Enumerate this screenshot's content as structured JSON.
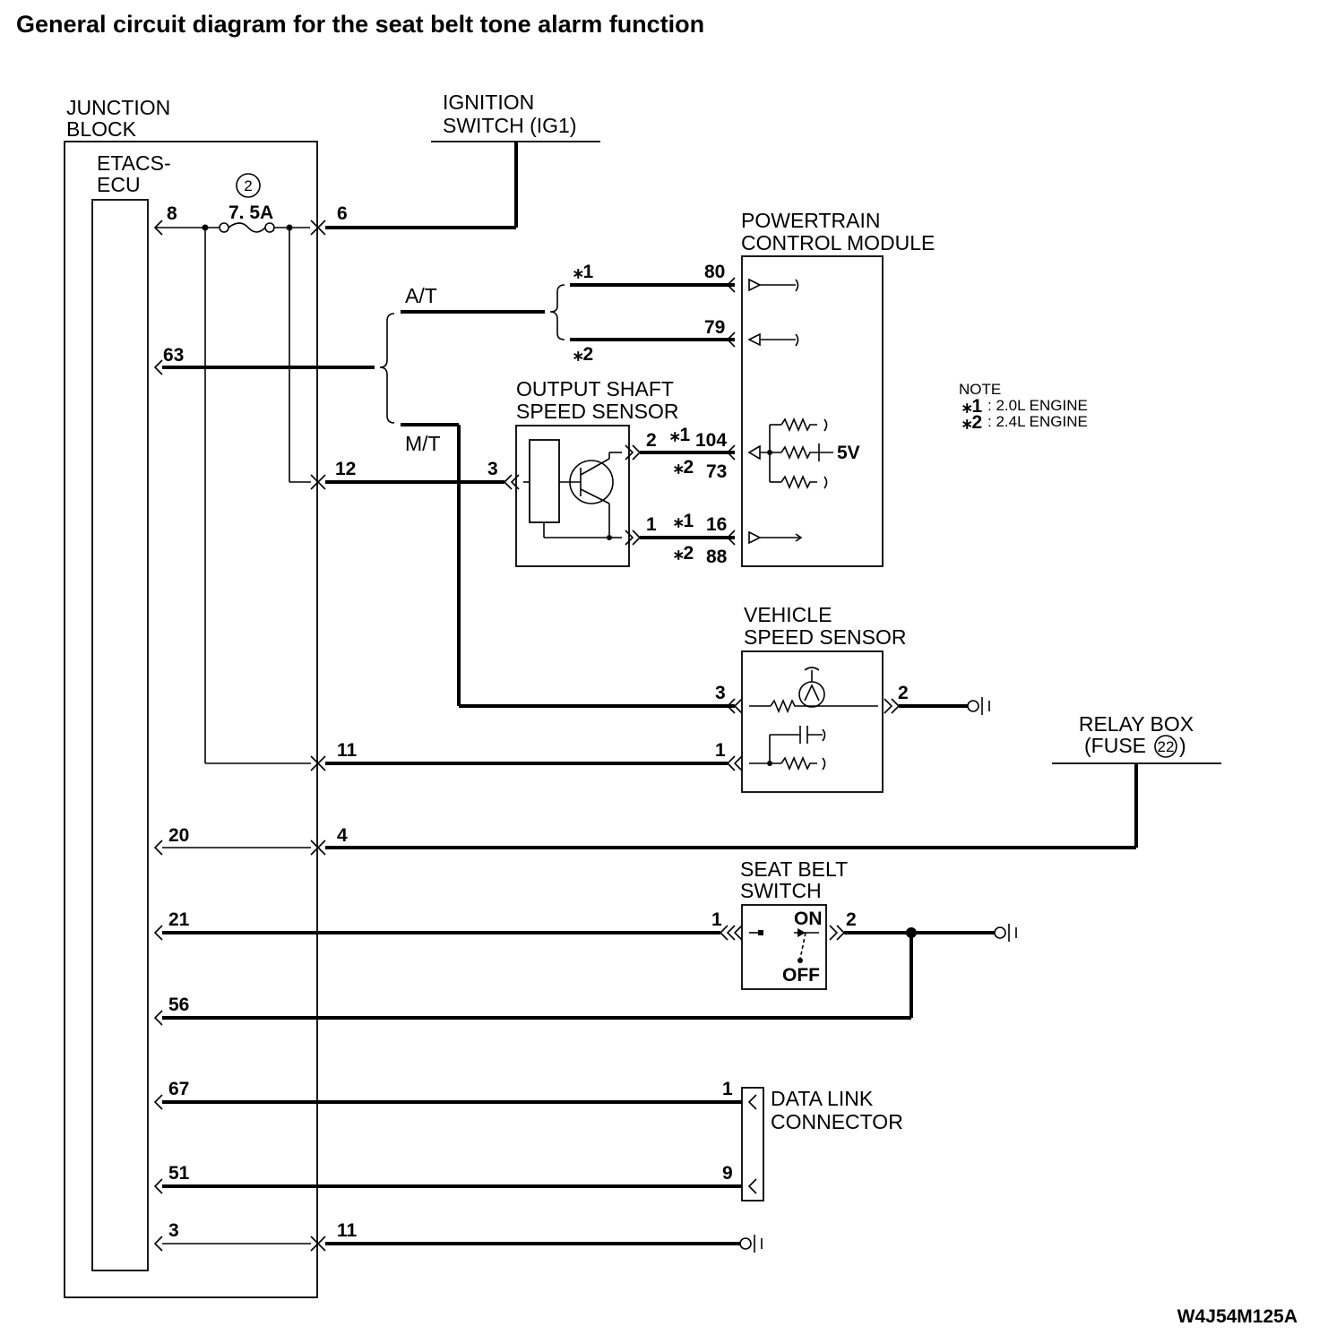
{
  "title": "General circuit diagram for the seat belt tone alarm function",
  "figure_code": "W4J54M125A",
  "junction_block": {
    "label_line1": "JUNCTION",
    "label_line2": "BLOCK",
    "ecu_line1": "ETACS-",
    "ecu_line2": "ECU",
    "fuse_number": "2",
    "fuse_rating": "7. 5A"
  },
  "ignition_switch": {
    "line1": "IGNITION",
    "line2": "SWITCH (IG1)"
  },
  "pcm": {
    "line1": "POWERTRAIN",
    "line2": "CONTROL MODULE",
    "voltage": "5V"
  },
  "branches": {
    "at": "A/T",
    "mt": "M/T"
  },
  "star_marks": {
    "s1": "⁎1",
    "s2": "⁎2"
  },
  "output_shaft_sensor": {
    "line1": "OUTPUT SHAFT",
    "line2": "SPEED SENSOR"
  },
  "vehicle_speed_sensor": {
    "line1": "VEHICLE",
    "line2": "SPEED SENSOR"
  },
  "relay_box": {
    "line1": "RELAY BOX",
    "line2_prefix": "(FUSE",
    "fuse_number": "22",
    "line2_suffix": ")"
  },
  "seat_belt_switch": {
    "line1": "SEAT BELT",
    "line2": "SWITCH",
    "on": "ON",
    "off": "OFF"
  },
  "data_link_connector": {
    "line1": "DATA LINK",
    "line2": "CONNECTOR"
  },
  "note": {
    "heading": "NOTE",
    "line1_mark": "⁎1",
    "line1_text": ": 2.0L ENGINE",
    "line2_mark": "⁎2",
    "line2_text": ": 2.4L ENGINE"
  },
  "pins": {
    "ecu_8": "8",
    "ecu_63": "63",
    "ecu_20": "20",
    "ecu_21": "21",
    "ecu_56": "56",
    "ecu_67": "67",
    "ecu_51": "51",
    "ecu_3": "3",
    "jb_6": "6",
    "jb_12": "12",
    "jb_11": "11",
    "jb_4": "4",
    "jb_11b": "11",
    "pcm_80": "80",
    "pcm_79": "79",
    "pcm_104": "104",
    "pcm_73": "73",
    "pcm_16": "16",
    "pcm_88": "88",
    "oss_3": "3",
    "oss_2": "2",
    "oss_1": "1",
    "vss_3": "3",
    "vss_1": "1",
    "vss_2": "2",
    "sbs_1": "1",
    "sbs_2": "2",
    "dlc_1": "1",
    "dlc_9": "9"
  }
}
